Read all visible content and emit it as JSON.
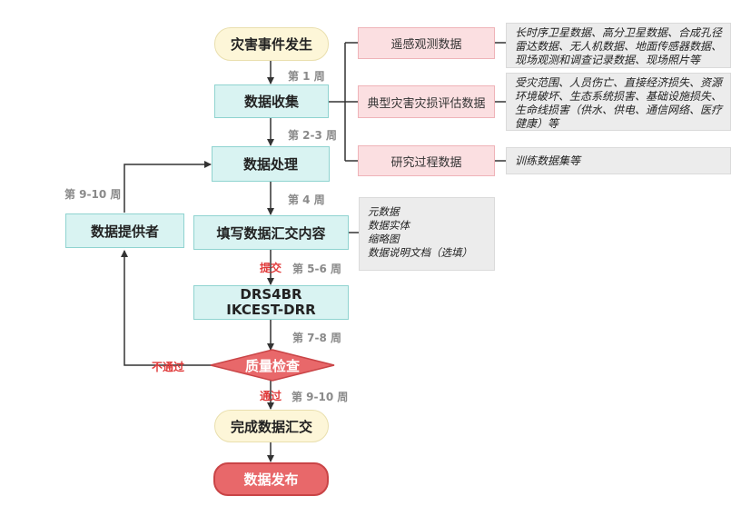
{
  "nodes": {
    "start": "灾害事件发生",
    "collect": "数据收集",
    "process": "数据处理",
    "fill": "填写数据汇交内容",
    "repo_line1": "DRS4BR",
    "repo_line2": "IKCEST-DRR",
    "quality": "质量检查",
    "complete": "完成数据汇交",
    "publish": "数据发布",
    "provider": "数据提供者"
  },
  "weeks": {
    "w1": "第 1 周",
    "w2_3": "第 2-3 周",
    "w4": "第 4 周",
    "w5_6": "第 5-6 周",
    "w7_8": "第 7-8 周",
    "w9_10_bottom": "第 9-10 周",
    "w9_10_left": "第 9-10 周"
  },
  "edge_labels": {
    "submit": "提交",
    "fail": "不通过",
    "pass": "通过"
  },
  "categories": [
    {
      "label": "遥感观测数据",
      "note": "长时序卫星数据、高分卫星数据、合成孔径雷达数据、无人机数据、地面传感器数据、现场观测和调查记录数据、现场照片等"
    },
    {
      "label": "典型灾害灾损评估数据",
      "note": "受灾范围、人员伤亡、直接经济损失、资源环境破坏、生态系统损害、基础设施损失、生命线损害（供水、供电、通信网络、医疗健康）等"
    },
    {
      "label": "研究过程数据",
      "note": "训练数据集等"
    }
  ],
  "fill_note": [
    "元数据",
    "数据实体",
    "缩略图",
    "数据说明文档（选填）"
  ],
  "colors": {
    "start_fill": "#fdf6d8",
    "process_fill": "#d9f3f2",
    "category_fill": "#fbdfe1",
    "quality_fill": "#e8686a",
    "publish_fill": "#e8686a",
    "note_fill": "#ececec",
    "label_red": "#e03a3a"
  }
}
